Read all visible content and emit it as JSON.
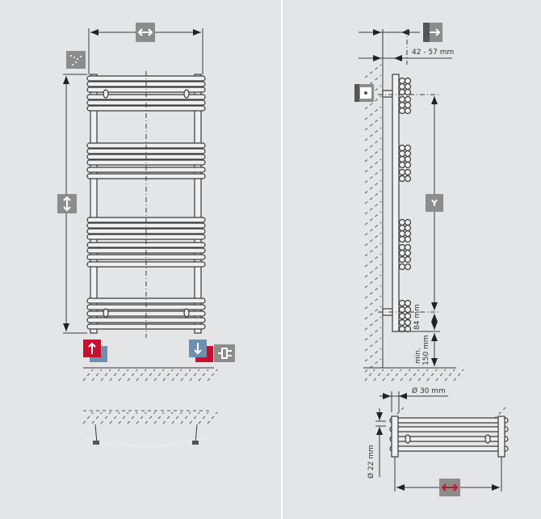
{
  "dimensions": {
    "wall_distance": "42 - 57 mm",
    "height_label": "Y",
    "bottom_offset": "84 mm",
    "floor_clearance_line1": "min.",
    "floor_clearance_line2": "150 mm",
    "tube_diameter": "Ø 30 mm",
    "bar_diameter": "Ø 22 mm"
  },
  "icons": {
    "width": "width-arrows-icon",
    "height": "height-arrows-icon",
    "flow": "flow-in-icon",
    "return": "flow-out-icon",
    "electric": "electric-plug-icon",
    "wall": "wall-mount-icon",
    "depth": "depth-arrow-icon"
  },
  "colors": {
    "grey_icon": "#8c8c8c",
    "red": "#c8102e",
    "blue": "#6f8fb0",
    "background": "#e4e5e7"
  }
}
